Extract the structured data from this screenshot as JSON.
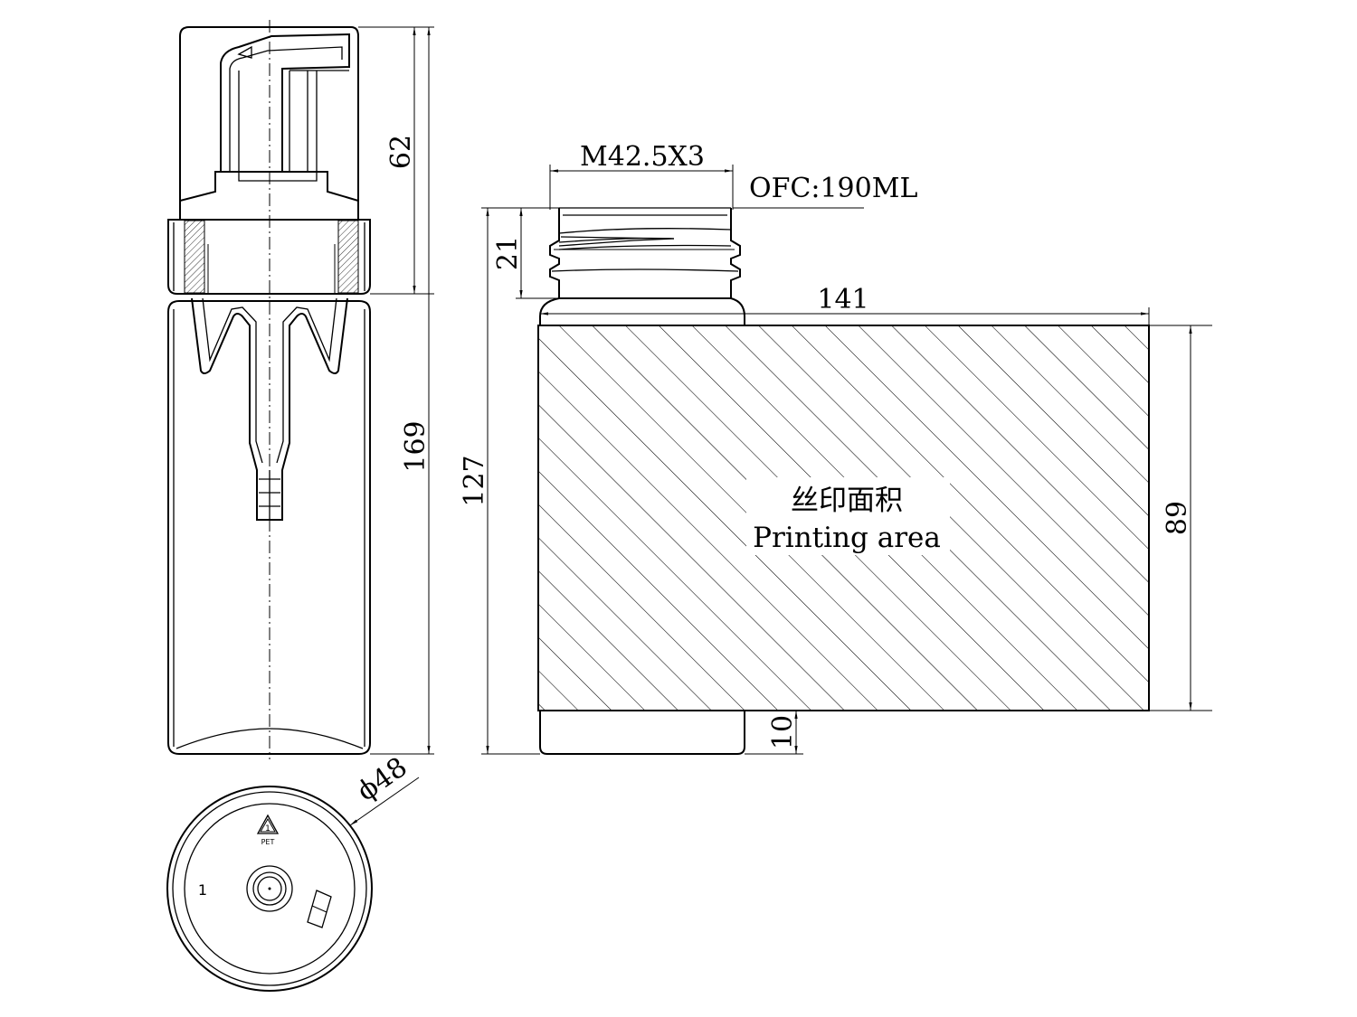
{
  "dimensions": {
    "pump_height": "62",
    "total_height": "169",
    "bottle_height": "127",
    "neck_height": "21",
    "bottle_circumference": "141",
    "print_height": "89",
    "bottom_margin": "10",
    "diameter": "ϕ48"
  },
  "labels": {
    "thread": "M42.5X3",
    "capacity": "OFC:190ML",
    "print_area_cn": "丝印面积",
    "print_area_en": "Printing area",
    "material": "PET",
    "recycle_code": "1",
    "cavity_number": "1"
  }
}
